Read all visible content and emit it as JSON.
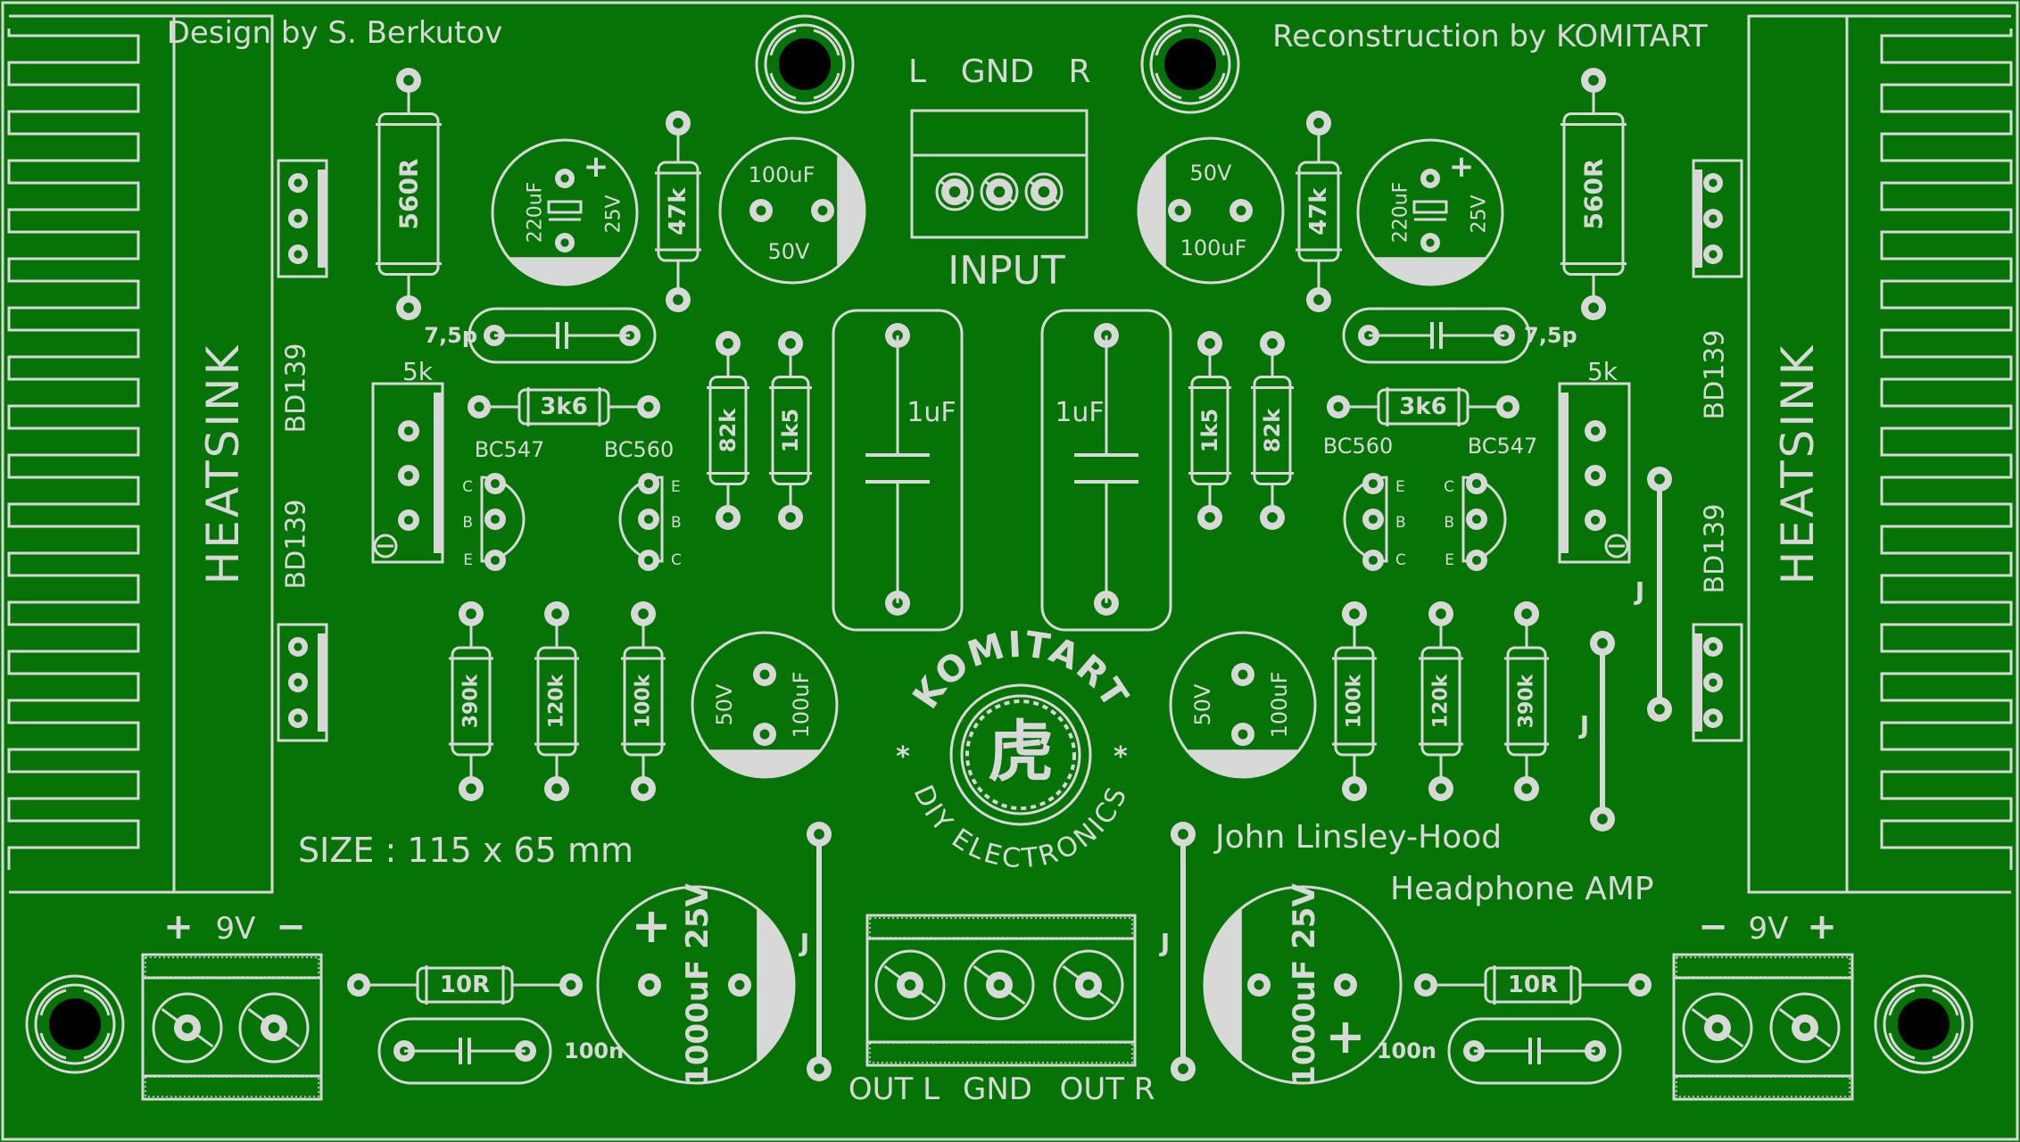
{
  "colors": {
    "board": "#067306",
    "silk": "#d8d8d8",
    "hole": "#000000"
  },
  "labels": {
    "designer": "Design by S. Berkutov",
    "reconstruction": "Reconstruction by KOMITART",
    "size": "SIZE : 115 x 65 mm",
    "title_line1": "John Linsley-Hood",
    "title_line2": "Headphone AMP",
    "input": "INPUT",
    "in_l": "L",
    "in_gnd": "GND",
    "in_r": "R",
    "out_l": "OUT L",
    "out_gnd": "GND",
    "out_r": "OUT R",
    "heatsink": "HEATSINK",
    "power": "9V",
    "plus": "+",
    "minus": "−",
    "jumper": "J",
    "trimmer": "5k",
    "logo_top": "KOMITART",
    "logo_bottom": "DIY ELECTRONICS",
    "logo_char": "虎",
    "star": "*"
  },
  "components": {
    "r560": "560R",
    "r47k": "47k",
    "r3k6": "3k6",
    "r82k": "82k",
    "r1k5": "1k5",
    "r390k": "390k",
    "r120k": "120k",
    "r100k": "100k",
    "r10r": "10R",
    "c7p5": "7,5p",
    "c100n": "100n",
    "c1u": "1uF",
    "cap220_val": "220uF",
    "cap220_v": "25V",
    "cap100_val": "100uF",
    "cap100_v": "50V",
    "cap1000": "1000uF 25V",
    "bd139": "BD139",
    "bc547": "BC547",
    "bc560": "BC560",
    "pin_e": "E",
    "pin_b": "B",
    "pin_c": "C"
  }
}
